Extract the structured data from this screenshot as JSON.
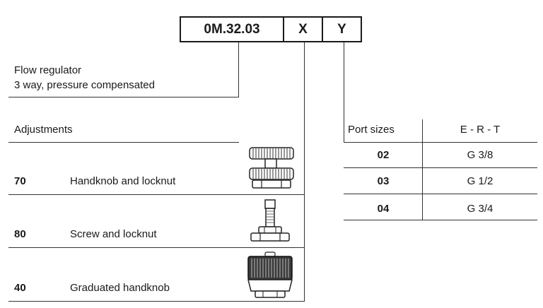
{
  "code": {
    "base": "0M.32.03",
    "x": "X",
    "y": "Y"
  },
  "description": {
    "line1": "Flow regulator",
    "line2": "3 way, pressure compensated"
  },
  "adjustments": {
    "heading": "Adjustments",
    "rows": [
      {
        "code": "70",
        "label": "Handknob and locknut",
        "icon": "handknob-locknut-icon"
      },
      {
        "code": "80",
        "label": "Screw and locknut",
        "icon": "screw-locknut-icon"
      },
      {
        "code": "40",
        "label": "Graduated handknob",
        "icon": "graduated-handknob-icon"
      }
    ]
  },
  "port_sizes": {
    "heading": "Port sizes",
    "column_header": "E - R - T",
    "rows": [
      {
        "code": "02",
        "size": "G 3/8"
      },
      {
        "code": "03",
        "size": "G 1/2"
      },
      {
        "code": "04",
        "size": "G 3/4"
      }
    ]
  }
}
